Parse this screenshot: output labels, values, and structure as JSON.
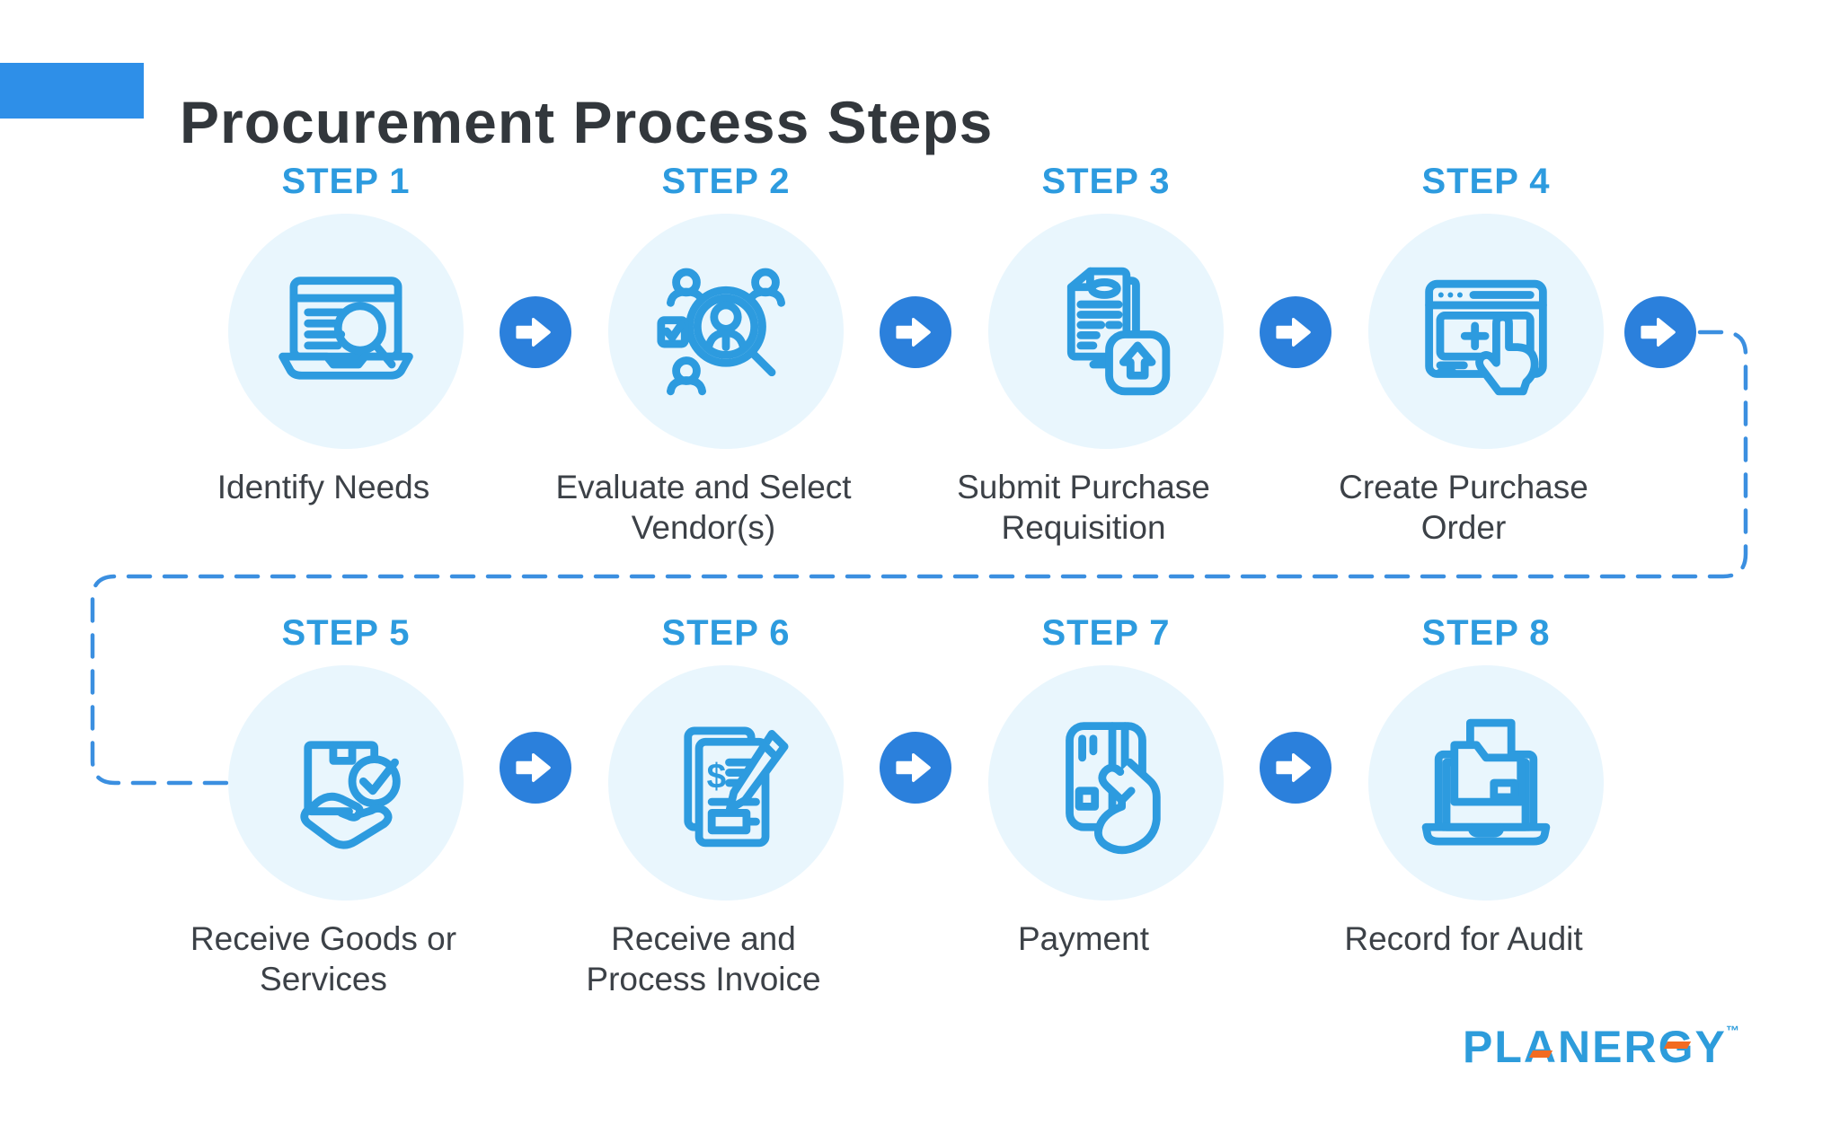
{
  "header": {
    "title": "Procurement Process Steps"
  },
  "steps": [
    {
      "label": "STEP 1",
      "caption": "Identify Needs",
      "icon": "laptop-search-icon"
    },
    {
      "label": "STEP 2",
      "caption": "Evaluate and Select\nVendor(s)",
      "icon": "vendor-select-icon"
    },
    {
      "label": "STEP 3",
      "caption": "Submit Purchase\nRequisition",
      "icon": "submit-requisition-icon"
    },
    {
      "label": "STEP 4",
      "caption": "Create Purchase\nOrder",
      "icon": "create-purchase-order-icon"
    },
    {
      "label": "STEP 5",
      "caption": "Receive Goods or\nServices",
      "icon": "receive-goods-icon"
    },
    {
      "label": "STEP 6",
      "caption": "Receive and\nProcess Invoice",
      "icon": "process-invoice-icon"
    },
    {
      "label": "STEP 7",
      "caption": "Payment",
      "icon": "payment-icon"
    },
    {
      "label": "STEP 8",
      "caption": "Record for Audit",
      "icon": "record-audit-icon"
    }
  ],
  "connector": {
    "style": "dashed",
    "from": "STEP 4",
    "to": "STEP 5"
  },
  "logo": {
    "text": "PLANERGY",
    "trademark": "™"
  },
  "colors": {
    "accent_blue": "#2D9BDF",
    "arrow_blue": "#2B80DC",
    "header_bar_blue": "#2E8FE8",
    "circle_bg": "#E9F6FD",
    "title_text": "#32373C",
    "caption_text": "#3C4147",
    "dash_blue": "#3B8FE0",
    "logo_blue": "#2D9CDB",
    "logo_orange": "#F26B21"
  }
}
